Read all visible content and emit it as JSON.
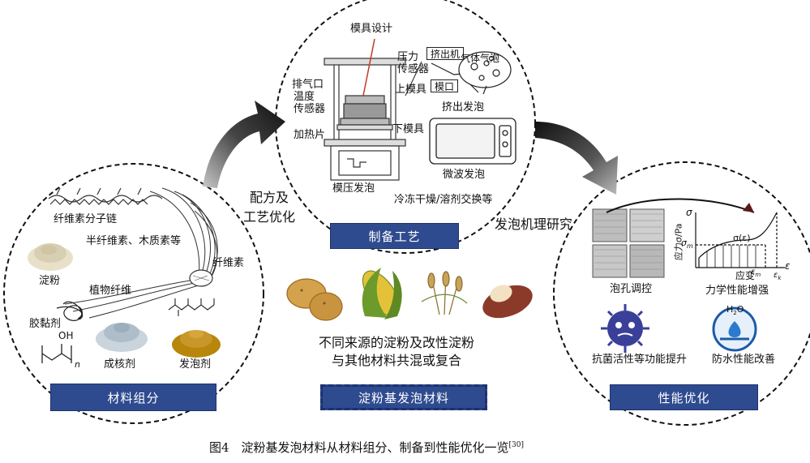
{
  "panels": {
    "materials": "材料组分",
    "process": "制备工艺",
    "center": "淀粉基发泡材料",
    "performance": "性能优化"
  },
  "arrows": {
    "left": "配方及\n工艺优化",
    "right": "发泡机理研究"
  },
  "materials": {
    "cellulose_chain": "纤维素分子链",
    "hemicellulose": "半纤维素、木质素等",
    "cellulose": "纤维素",
    "starch": "淀粉",
    "plant_fiber": "植物纤维",
    "adhesive": "胶黏剂",
    "nucleating": "成核剂",
    "foaming": "发泡剂",
    "formula_oh": "OH",
    "formula_n": "n"
  },
  "process": {
    "mold_design": "模具设计",
    "pressure": "压力\n传感器",
    "extruder": "挤出机",
    "gas_bubble": "气体气泡",
    "upper_mold": "上模具",
    "die": "模口",
    "vent": "排气口",
    "temp_sensor": "温度\n传感器",
    "extrusion_foam": "挤出发泡",
    "lower_mold": "下模具",
    "heater": "加热片",
    "microwave": "微波发泡",
    "compression": "模压发泡",
    "freeze": "冷冻干燥/溶剂交换等"
  },
  "center_text": {
    "line1": "不同来源的淀粉及改性淀粉",
    "line2": "与其他材料共混或复合"
  },
  "performance": {
    "cell_control": "泡孔调控",
    "mech": "力学性能增强",
    "antibac": "抗菌活性等功能提升",
    "waterproof": "防水性能改善",
    "y_axis": "应力σ/Pa",
    "x_axis": "应变",
    "sigma": "σ",
    "sigma_m": "σ",
    "sigma_m_sub": "m",
    "sigma_eps": "σ(ε)",
    "eps": "ε",
    "eps_m": "ε",
    "eps_m_sub": "m",
    "eps_k": "ε",
    "eps_k_sub": "k",
    "h2o": "H",
    "h2o_sub": "2",
    "h2o_o": "O"
  },
  "caption": {
    "text": "图4　淀粉基发泡材料从材料组分、制备到性能优化一览",
    "ref": "[30]"
  }
}
